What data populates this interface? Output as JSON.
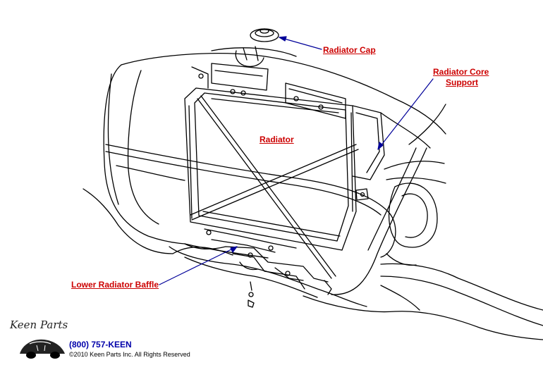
{
  "labels": {
    "radiator_cap": "Radiator Cap",
    "core_support_line1": "Radiator Core",
    "core_support_line2": "Support",
    "radiator": "Radiator",
    "lower_baffle": "Lower Radiator Baffle"
  },
  "footer": {
    "logo_text": "Keen Parts",
    "phone": "(800) 757-KEEN",
    "copyright": "©2010 Keen Parts Inc. All Rights Reserved"
  },
  "colors": {
    "label": "#cc0000",
    "leader_line": "#000099",
    "phone": "#0000aa",
    "line_art": "#000000"
  }
}
